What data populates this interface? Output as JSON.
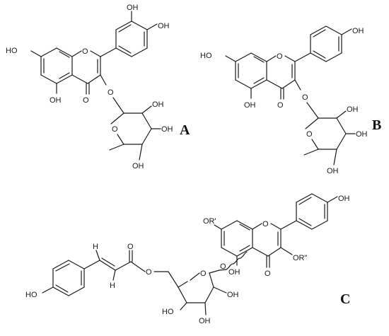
{
  "panels": [
    {
      "label": "A"
    },
    {
      "label": "B"
    },
    {
      "label": "C"
    }
  ],
  "atoms": {
    "ho": "HO",
    "oh": "OH",
    "o": "O",
    "h": "H",
    "or1": "OR'",
    "or2": "OR\""
  }
}
